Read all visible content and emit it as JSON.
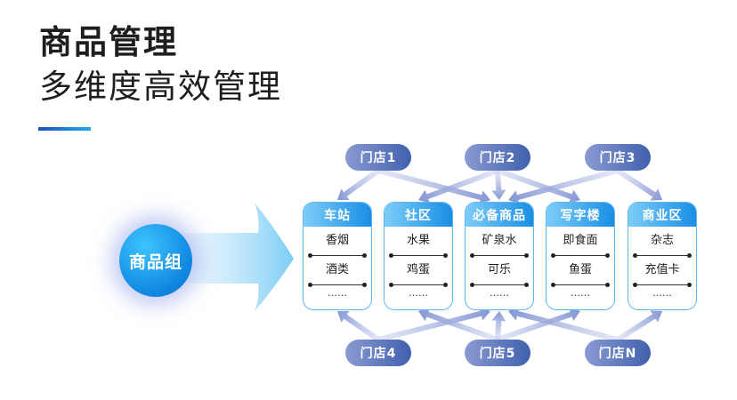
{
  "header": {
    "title": "商品管理",
    "subtitle": "多维度高效管理"
  },
  "hub": {
    "label": "商品组"
  },
  "stores_top": [
    {
      "label": "门店1",
      "targets": [
        0,
        2
      ]
    },
    {
      "label": "门店2",
      "targets": [
        1,
        2,
        3
      ]
    },
    {
      "label": "门店3",
      "targets": [
        2,
        4
      ]
    }
  ],
  "stores_bottom": [
    {
      "label": "门店4",
      "targets": [
        0,
        2
      ]
    },
    {
      "label": "门店5",
      "targets": [
        1,
        2,
        3
      ]
    },
    {
      "label": "门店N",
      "targets": [
        2,
        4
      ]
    }
  ],
  "categories": [
    {
      "title": "车站",
      "items": [
        "香烟",
        "酒类"
      ],
      "more": "……"
    },
    {
      "title": "社区",
      "items": [
        "水果",
        "鸡蛋"
      ],
      "more": "……"
    },
    {
      "title": "必备商品",
      "items": [
        "矿泉水",
        "可乐"
      ],
      "more": "……"
    },
    {
      "title": "写字楼",
      "items": [
        "即食面",
        "鱼蛋"
      ],
      "more": "……"
    },
    {
      "title": "商业区",
      "items": [
        "杂志",
        "充值卡"
      ],
      "more": "……"
    }
  ],
  "colors": {
    "accent_blue": "#1a8ee4",
    "store_pill": "#4061ad",
    "arrow": "#8f9fd6"
  }
}
